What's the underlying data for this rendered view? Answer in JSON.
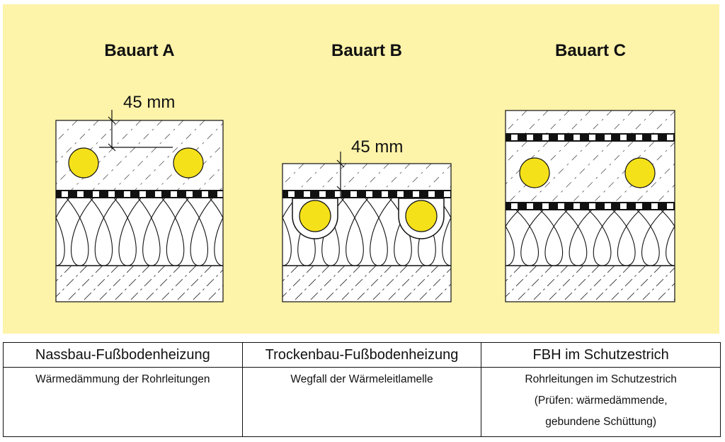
{
  "panel": {
    "background": "#fdf3a9"
  },
  "types": [
    {
      "title": "Bauart A",
      "dimension": "45 mm",
      "variant": "A"
    },
    {
      "title": "Bauart B",
      "dimension": "45 mm",
      "variant": "B"
    },
    {
      "title": "Bauart C",
      "dimension": "",
      "variant": "C"
    }
  ],
  "colors": {
    "pipe": "#f5e11a",
    "line": "#111111",
    "screed": "#ffffff"
  },
  "table": {
    "headers": [
      "Nassbau-Fußbodenheizung",
      "Trockenbau-Fußbodenheizung",
      "FBH im Schutzestrich"
    ],
    "rows": [
      [
        "Wärmedämmung der Rohrleitungen"
      ],
      [
        "Wegfall der Wärmeleitlamelle"
      ],
      [
        "Rohrleitungen im Schutzestrich",
        "(Prüfen: wärmedämmende,",
        "gebundene Schüttung)"
      ]
    ]
  }
}
